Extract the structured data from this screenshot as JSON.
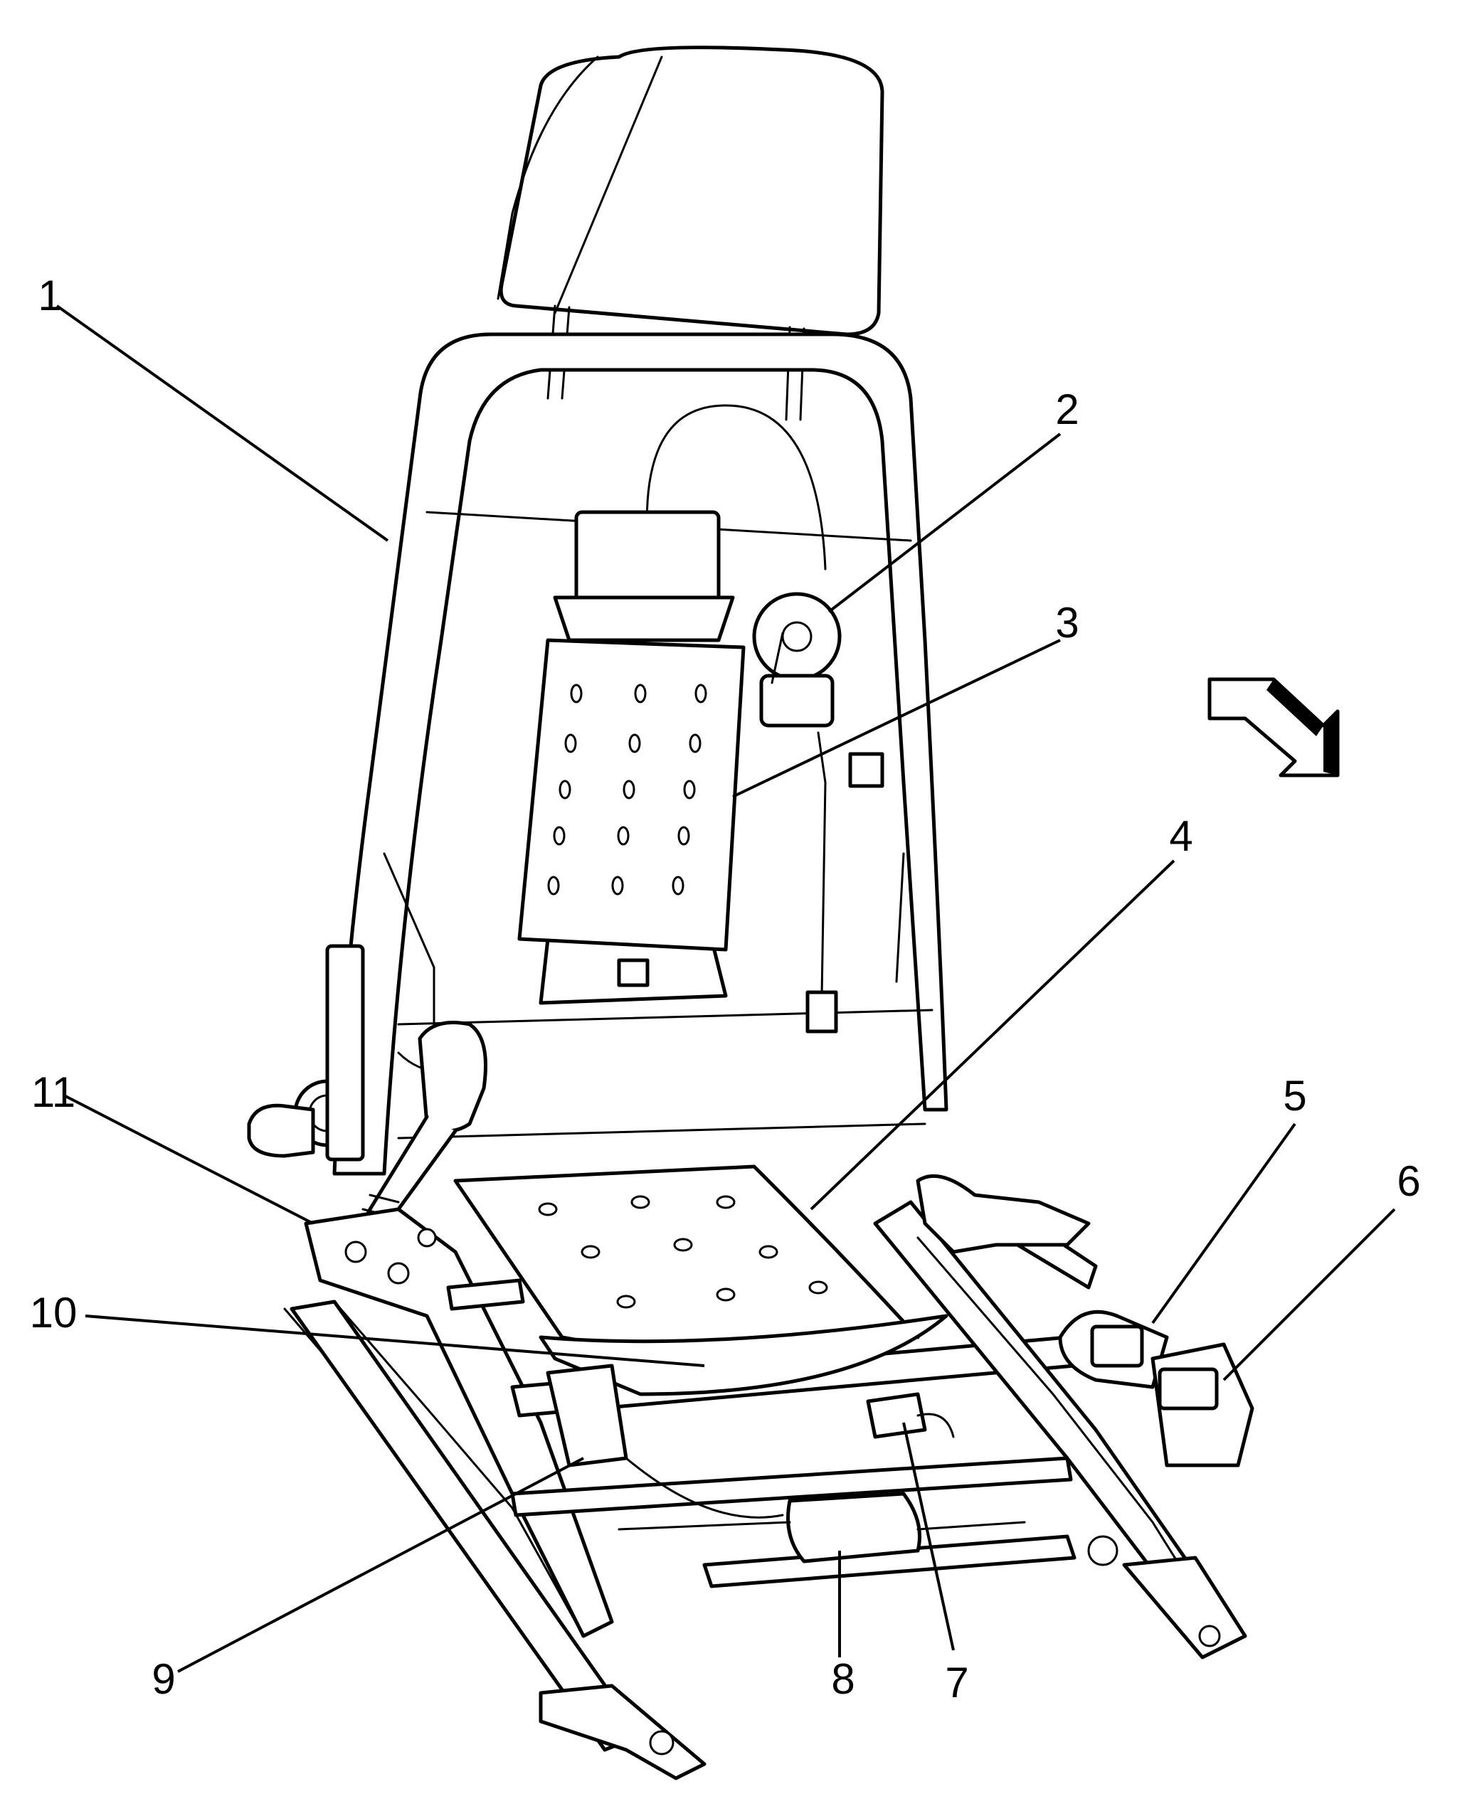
{
  "callouts": [
    {
      "id": "1",
      "label": "1"
    },
    {
      "id": "2",
      "label": "2"
    },
    {
      "id": "3",
      "label": "3"
    },
    {
      "id": "4",
      "label": "4"
    },
    {
      "id": "5",
      "label": "5"
    },
    {
      "id": "6",
      "label": "6"
    },
    {
      "id": "7",
      "label": "7"
    },
    {
      "id": "8",
      "label": "8"
    },
    {
      "id": "9",
      "label": "9"
    },
    {
      "id": "10",
      "label": "10"
    },
    {
      "id": "11",
      "label": "11"
    }
  ],
  "direction_arrow": {
    "icon": "front-direction-arrow-icon"
  }
}
